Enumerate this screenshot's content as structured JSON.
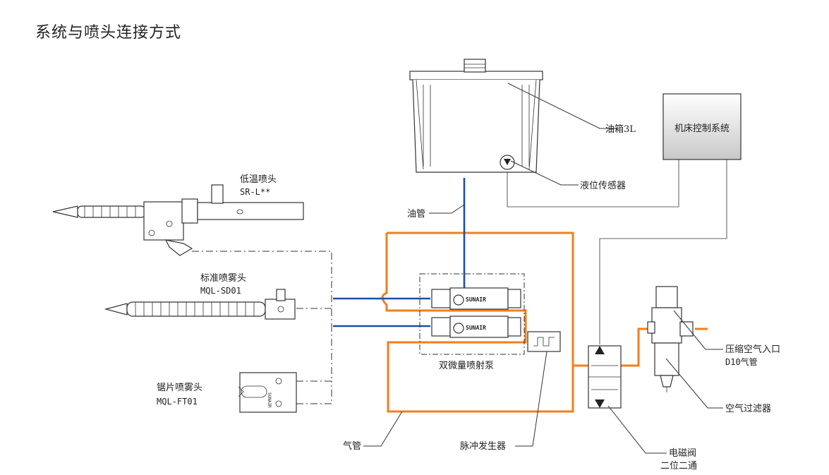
{
  "title": "系统与喷头连接方式",
  "labels": {
    "tank": "油箱3L",
    "level_sensor": "液位传感器",
    "oil_pipe": "油管",
    "control_system": "机床控制系统",
    "low_temp_nozzle": "低温喷头",
    "low_temp_model": "SR-L**",
    "std_nozzle": "标准喷雾头",
    "std_model": "MQL-SD01",
    "saw_nozzle": "锯片喷雾头",
    "saw_model": "MQL-FT01",
    "pump": "双微量喷射泵",
    "air_inlet": "压缩空气入口",
    "air_inlet_pipe": "D10气管",
    "air_filter": "空气过滤器",
    "solenoid": "电磁阀",
    "solenoid_type": "二位二通",
    "air_pipe": "气管",
    "pulse_gen": "脉冲发生器",
    "brand": "SUNAIR"
  },
  "colors": {
    "air_line": "#f07f1e",
    "oil_line": "#1f4fa3",
    "signal_line": "#333333"
  }
}
